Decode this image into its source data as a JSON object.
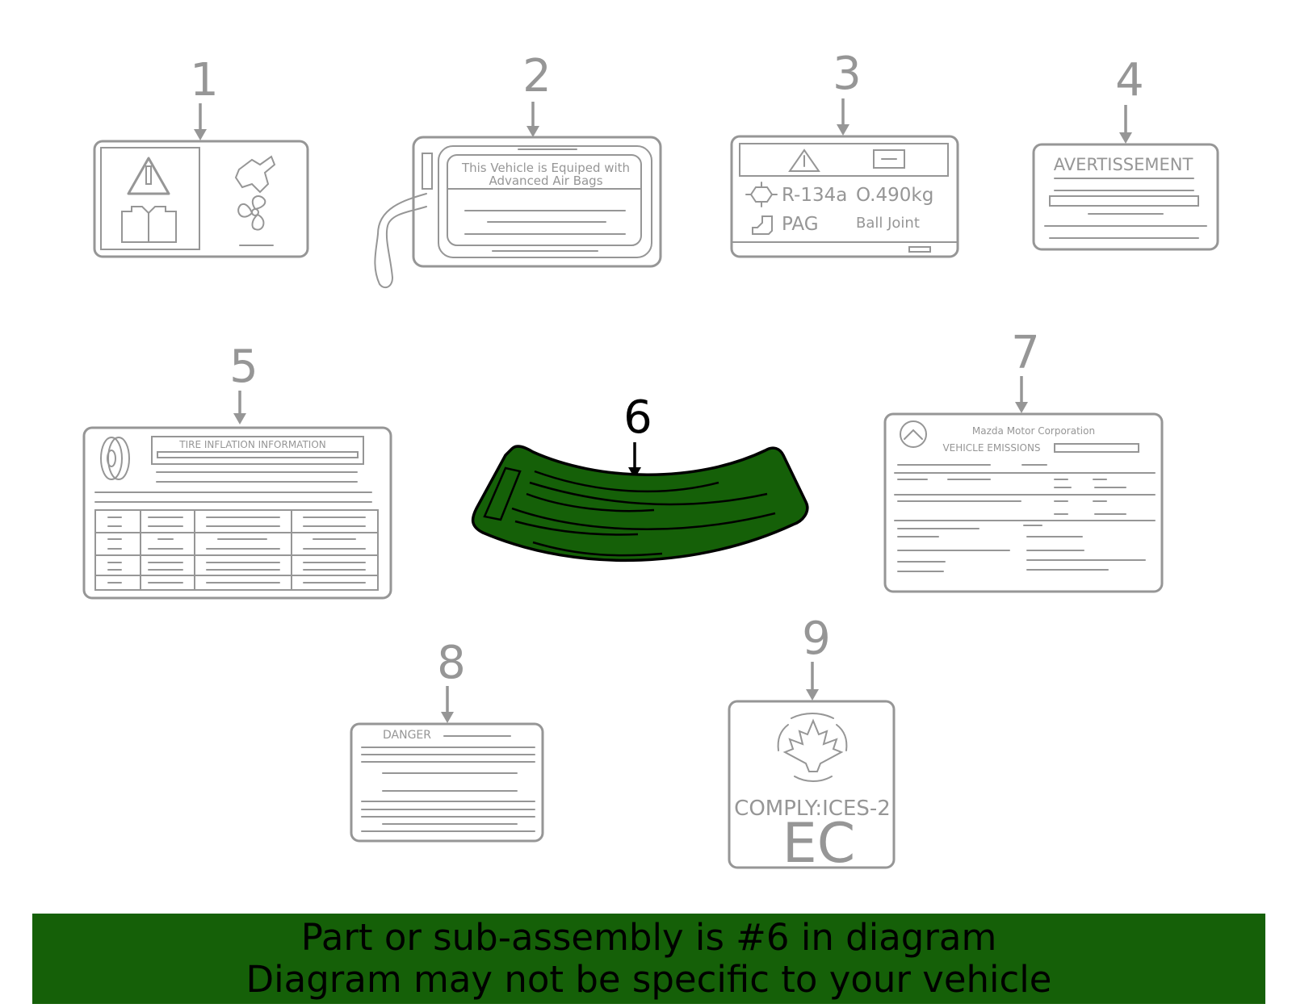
{
  "colors": {
    "highlight": "#156008",
    "line": "#969696",
    "text_dark": "#000000"
  },
  "callouts": [
    {
      "number": "1"
    },
    {
      "number": "2"
    },
    {
      "number": "3"
    },
    {
      "number": "4"
    },
    {
      "number": "5"
    },
    {
      "number": "6",
      "highlighted": true
    },
    {
      "number": "7"
    },
    {
      "number": "8"
    },
    {
      "number": "9"
    }
  ],
  "labels": {
    "airbag_line1": "This Vehicle is Equiped  with",
    "airbag_line2": "Advanced Air Bags",
    "refrigerant": "R-134a",
    "refrigerant_amount": "O.490kg",
    "oil": "PAG",
    "ball_joint": "Ball Joint",
    "avertissement": "AVERTISSEMENT",
    "tire_info": "TIRE INFLATION INFORMATION",
    "mazda": "Mazda Motor Corporation",
    "emissions": "VEHICLE EMISSIONS",
    "danger": "DANGER",
    "comply": "COMPLY:ICES-2",
    "ec": "EC"
  },
  "banner": {
    "line1": "Part or sub-assembly is #6 in diagram",
    "line2": "Diagram may not be specific to your vehicle"
  }
}
